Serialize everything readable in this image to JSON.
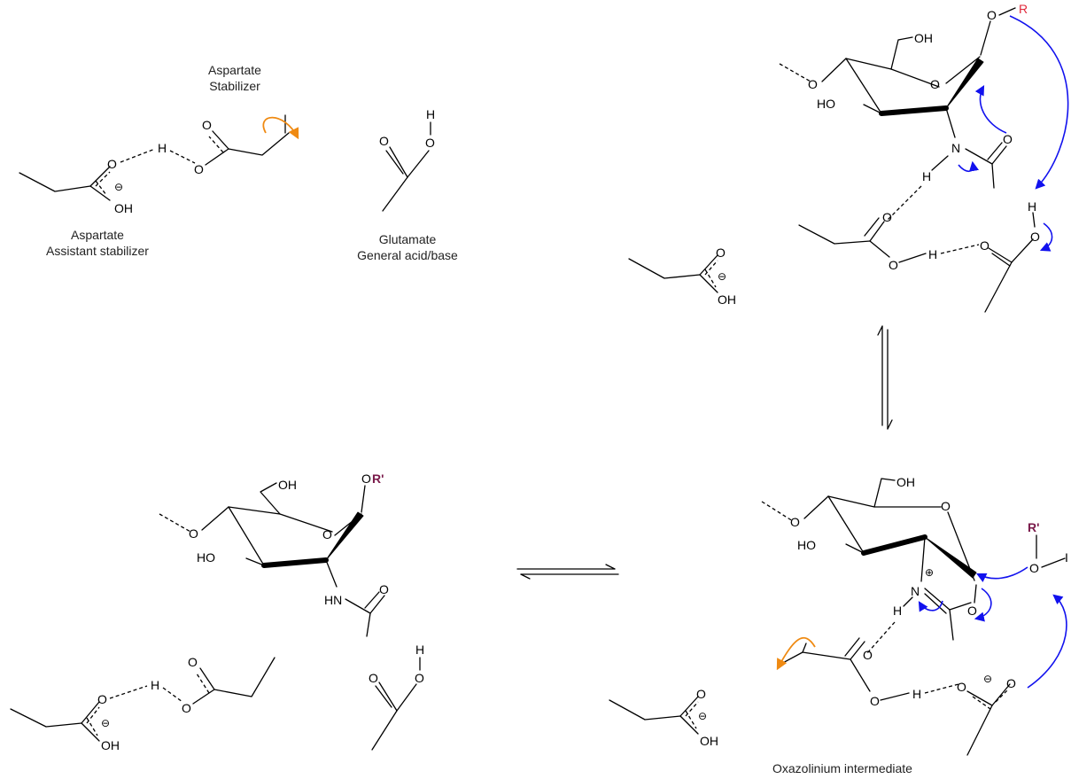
{
  "colors": {
    "arrow_blue": "#1111ee",
    "arrow_orange": "#ef8a12",
    "r_red": "#e0283a",
    "r_purple": "#7a1a4a"
  },
  "labels": {
    "asp_stabilizer": [
      "Aspartate",
      "Stabilizer"
    ],
    "asp_assistant": [
      "Aspartate",
      "Assistant stabilizer"
    ],
    "glu": [
      "Glutamate",
      "General acid/base"
    ],
    "intermediate": "Oxazolinium intermediate"
  },
  "atoms": {
    "O": "O",
    "H": "H",
    "OH": "OH",
    "HO": "HO",
    "N": "N",
    "HN": "HN",
    "R": "R",
    "R_prime": "R'",
    "OR_O": "O",
    "OR_R": "R'",
    "minus": "⊖",
    "plus": "⊕",
    "i": "I"
  }
}
